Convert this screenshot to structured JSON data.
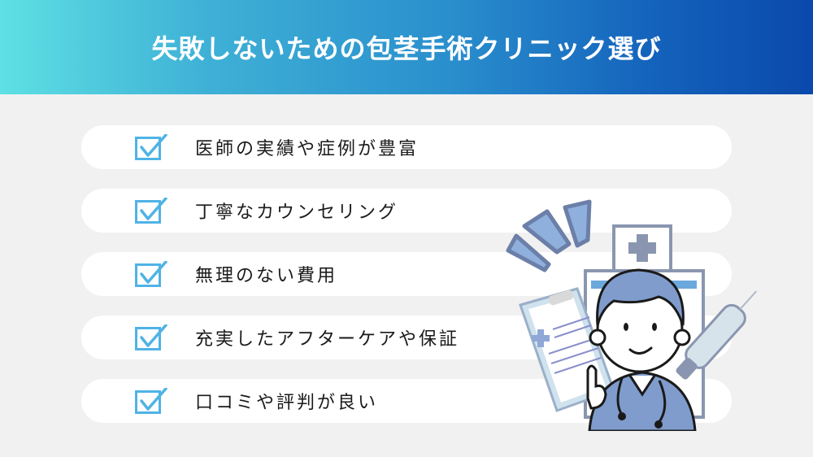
{
  "header": {
    "title": "失敗しないための包茎手術クリニック選び",
    "gradient_start": "#5ee0e4",
    "gradient_end": "#0a49ab"
  },
  "checklist": {
    "icon": "checkbox-checked-icon",
    "accent_color": "#4fb3e6",
    "items": [
      {
        "label": "医師の実績や症例が豊富"
      },
      {
        "label": "丁寧なカウンセリング"
      },
      {
        "label": "無理のない費用"
      },
      {
        "label": "充実したアフターケアや保証"
      },
      {
        "label": "口コミや評判が良い"
      }
    ]
  },
  "illustration": {
    "description": "doctor-with-clipboard-and-syringe",
    "primary_color": "#7f9ccc",
    "outline_color": "#6b7fa8"
  }
}
